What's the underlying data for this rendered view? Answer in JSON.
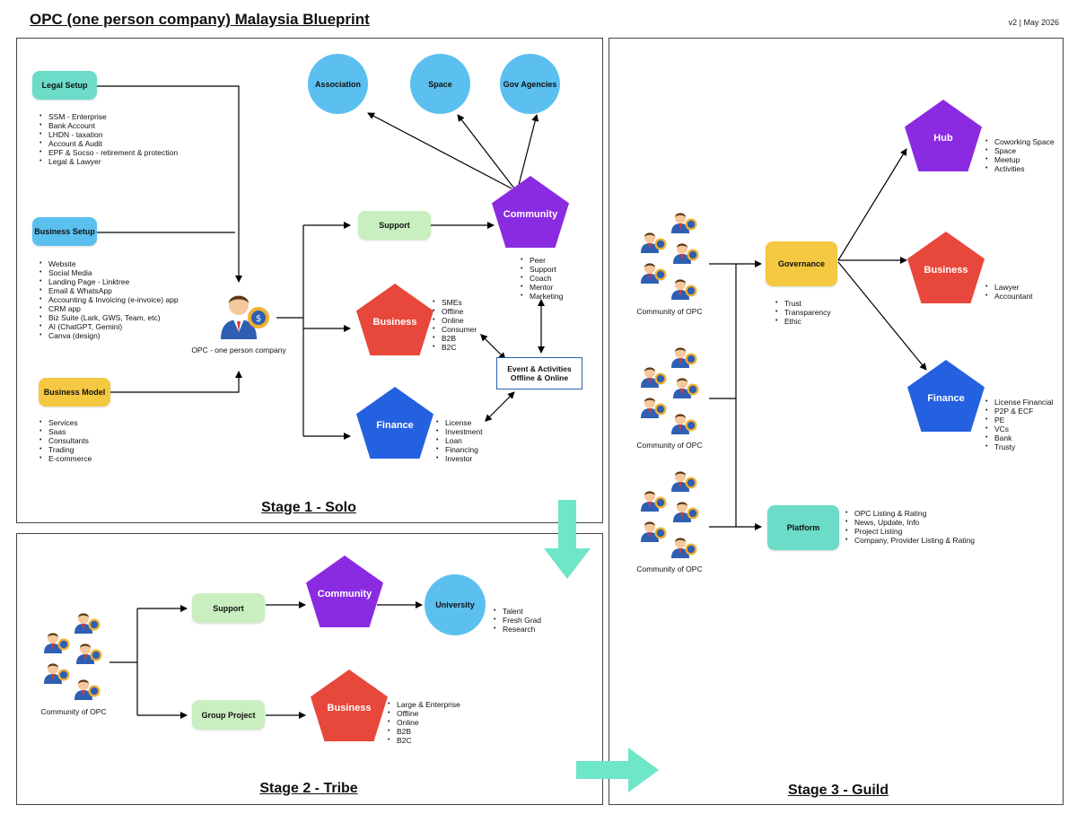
{
  "header": {
    "title": "OPC (one person company) Malaysia Blueprint",
    "version": "v2 | May 2026"
  },
  "colors": {
    "legal": "#6cdcc8",
    "business_setup": "#5bc0f0",
    "business_model": "#f5c842",
    "support": "#c9eec0",
    "community": "#8a2be2",
    "business": "#e8473b",
    "finance": "#2461e0",
    "governance": "#f5c842",
    "platform": "#6cdcc8",
    "circle": "#5bc0f0",
    "teal_arrow": "#6ee6c8"
  },
  "stage1": {
    "title": "Stage 1 - Solo",
    "legal_setup": "Legal Setup",
    "legal_items": [
      "SSM - Enterprise",
      "Bank Account",
      "LHDN - taxation",
      "Account & Audit",
      "EPF & Socso - retirement & protection",
      "Legal & Lawyer"
    ],
    "business_setup": "Business Setup",
    "business_setup_items": [
      "Website",
      "Social Media",
      "Landing Page - Linktree",
      "Email & WhatsApp",
      "Accounting & Invoicing (e-invoice) app",
      "CRM app",
      "Biz Suite (Lark, GWS, Team, etc)",
      "AI (ChatGPT, Gemini)",
      "Canva (design)"
    ],
    "business_model": "Business Model",
    "business_model_items": [
      "Services",
      "Saas",
      "Consultants",
      "Trading",
      "E-commerce"
    ],
    "opc_caption": "OPC - one person company",
    "association": "Association",
    "space": "Space",
    "gov": "Gov Agencies",
    "support": "Support",
    "community": "Community",
    "community_items": [
      "Peer",
      "Support",
      "Coach",
      "Mentor",
      "Marketing"
    ],
    "business": "Business",
    "business_items": [
      "SMEs",
      "Offline",
      "Online",
      "Consumer",
      "B2B",
      "B2C"
    ],
    "finance": "Finance",
    "finance_items": [
      "License",
      "Investment",
      "Loan",
      "Financing",
      "Investor"
    ],
    "event_line1": "Event & Activities",
    "event_line2": "Offline & Online"
  },
  "stage2": {
    "title": "Stage 2 - Tribe",
    "community_caption": "Community of OPC",
    "support": "Support",
    "community": "Community",
    "university": "University",
    "university_items": [
      "Talent",
      "Fresh Grad",
      "Research"
    ],
    "group_project": "Group Project",
    "business": "Business",
    "business_items": [
      "Large & Enterprise",
      "Offline",
      "Online",
      "B2B",
      "B2C"
    ]
  },
  "stage3": {
    "title": "Stage 3 - Guild",
    "community_caption_1": "Community of OPC",
    "community_caption_2": "Community of OPC",
    "community_caption_3": "Community of OPC",
    "governance": "Governance",
    "governance_items": [
      "Trust",
      "Transparency",
      "Ethic"
    ],
    "hub": "Hub",
    "hub_items": [
      "Coworking Space",
      "Space",
      "Meetup",
      "Activities"
    ],
    "business": "Business",
    "business_items": [
      "Lawyer",
      "Accountant"
    ],
    "finance": "Finance",
    "finance_items": [
      "License Financial",
      "P2P & ECF",
      "PE",
      "VCs",
      "Bank",
      "Trusty"
    ],
    "platform": "Platform",
    "platform_items": [
      "OPC Listing & Rating",
      "News, Update, Info",
      "Project Listing",
      "Company, Provider Listing & Rating"
    ]
  }
}
